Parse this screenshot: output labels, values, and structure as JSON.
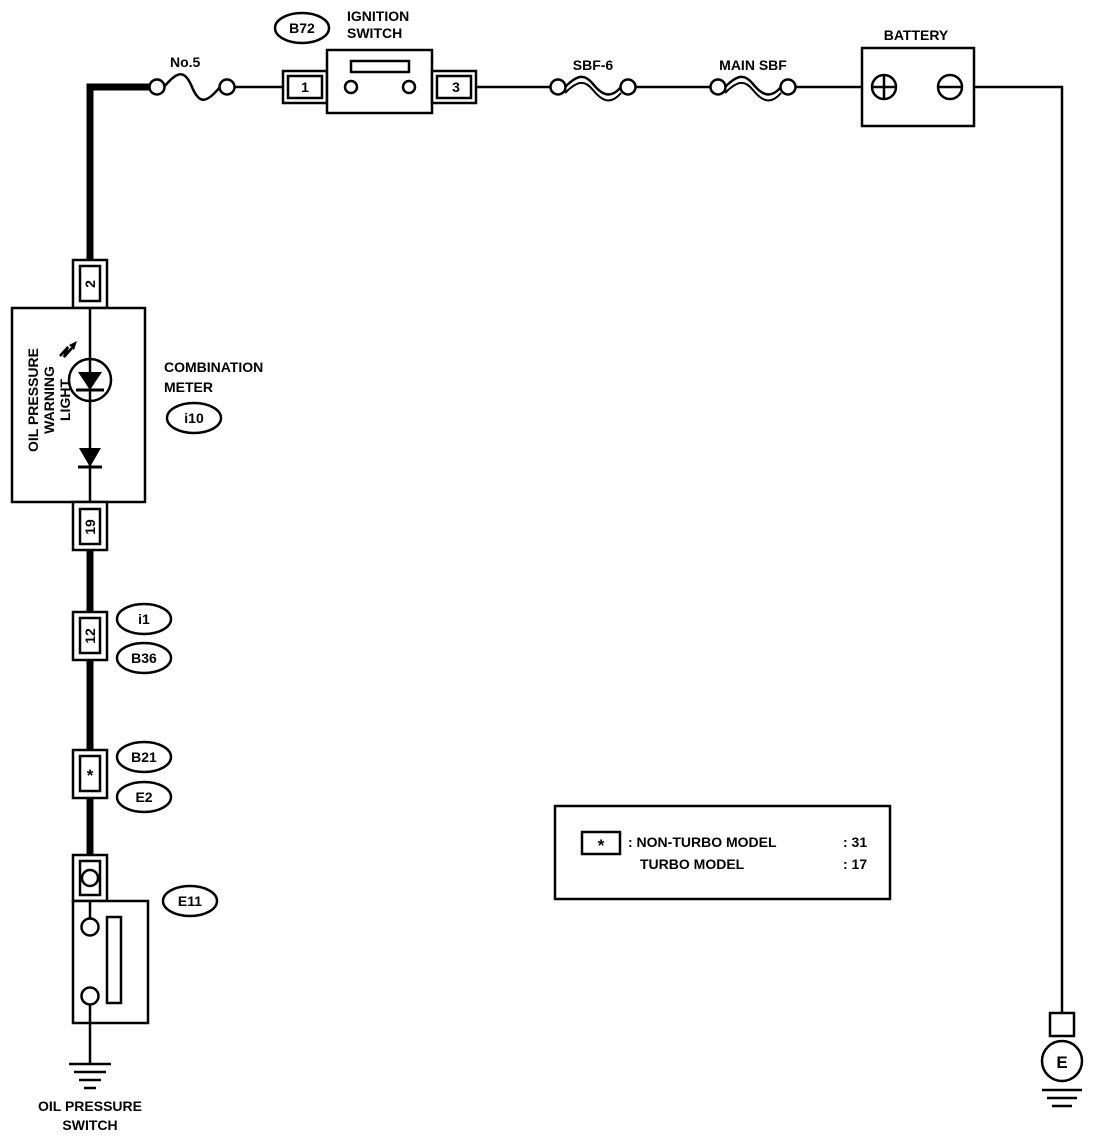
{
  "components": {
    "fuse_no5": "No.5",
    "ignition_switch": {
      "connector": "B72",
      "label_line1": "IGNITION",
      "label_line2": "SWITCH",
      "pin_in": "1",
      "pin_out": "3"
    },
    "sbf6": "SBF-6",
    "main_sbf": "MAIN SBF",
    "battery": "BATTERY",
    "combination_meter": {
      "label_line1": "COMBINATION",
      "label_line2": "METER",
      "connector": "i10",
      "pin_top": "2",
      "pin_bottom": "19"
    },
    "warning_light": {
      "line1": "OIL PRESSURE",
      "line2": "WARNING",
      "line3": "LIGHT"
    },
    "connector_i1_b36": {
      "pin": "12",
      "upper": "i1",
      "lower": "B36"
    },
    "connector_b21_e2": {
      "pin": "*",
      "upper": "B21",
      "lower": "E2"
    },
    "oil_pressure_switch": {
      "connector": "E11",
      "label_line1": "OIL PRESSURE",
      "label_line2": "SWITCH"
    },
    "ground": "E"
  },
  "legend": {
    "symbol": "*",
    "rows": [
      {
        "name": ": NON-TURBO MODEL",
        "value": ": 31"
      },
      {
        "name": "TURBO MODEL",
        "value": ": 17"
      }
    ]
  }
}
